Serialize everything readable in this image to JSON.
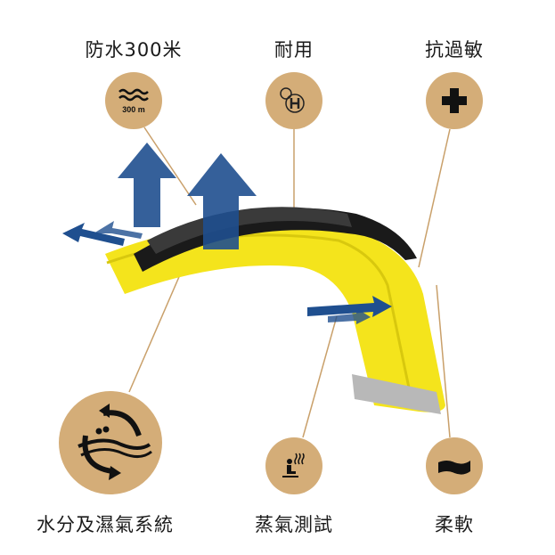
{
  "features": {
    "top": [
      {
        "label": "防水300米",
        "icon": "waves-300m-icon",
        "icon_text": "300 m"
      },
      {
        "label": "耐用",
        "icon": "durable-watch-icon"
      },
      {
        "label": "抗過敏",
        "icon": "plus-cross-icon"
      }
    ],
    "bottom": [
      {
        "label": "水分及濕氣系統",
        "icon": "moisture-cycle-icon"
      },
      {
        "label": "蒸氣測試",
        "icon": "steam-sauna-icon"
      },
      {
        "label": "柔軟",
        "icon": "flexible-band-icon"
      }
    ]
  },
  "colors": {
    "circle": "#d4ad78",
    "line": "#c9a06a",
    "strap": "#f2e31a",
    "arrow": "#1f4f8f"
  }
}
